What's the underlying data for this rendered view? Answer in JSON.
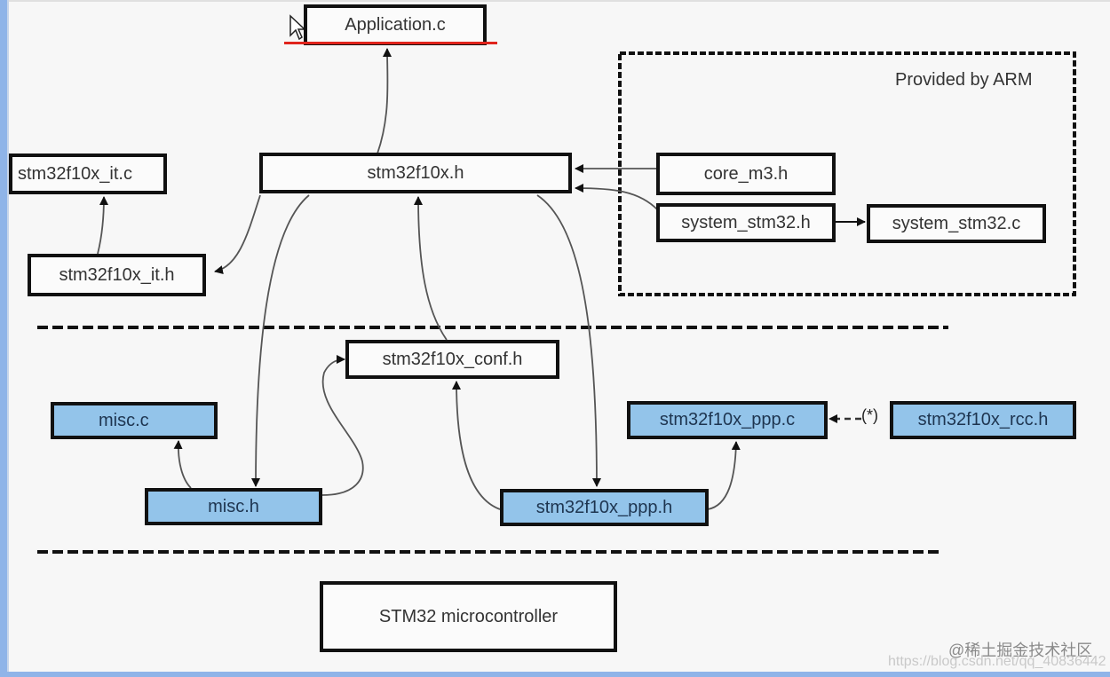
{
  "diagram": {
    "nodes": {
      "application_c": "Application.c",
      "stm32f10x_h": "stm32f10x.h",
      "stm32f10x_it_c": "stm32f10x_it.c",
      "stm32f10x_it_h": "stm32f10x_it.h",
      "core_m3_h": "core_m3.h",
      "system_stm32_h": "system_stm32.h",
      "system_stm32_c": "system_stm32.c",
      "stm32f10x_conf_h": "stm32f10x_conf.h",
      "misc_c": "misc.c",
      "misc_h": "misc.h",
      "stm32f10x_ppp_c": "stm32f10x_ppp.c",
      "stm32f10x_ppp_h": "stm32f10x_ppp.h",
      "stm32f10x_rcc_h": "stm32f10x_rcc.h",
      "stm32_mcu": "STM32 microcontroller"
    },
    "group_label": "Provided by ARM",
    "optional_marker": "(*)",
    "colors": {
      "driver_fill": "#93c4ea",
      "highlight_underline": "#e0241c",
      "window_border": "#8fb4e8"
    },
    "edges": [
      {
        "from": "stm32f10x.h",
        "to": "Application.c"
      },
      {
        "from": "stm32f10x.h",
        "to": "stm32f10x_it.h"
      },
      {
        "from": "stm32f10x_it.h",
        "to": "stm32f10x_it.c"
      },
      {
        "from": "core_m3.h",
        "to": "stm32f10x.h"
      },
      {
        "from": "system_stm32.h",
        "to": "stm32f10x.h"
      },
      {
        "from": "system_stm32.h",
        "to": "system_stm32.c"
      },
      {
        "from": "stm32f10x_conf.h",
        "to": "stm32f10x.h"
      },
      {
        "from": "stm32f10x.h",
        "to": "misc.h"
      },
      {
        "from": "misc.h",
        "to": "misc.c"
      },
      {
        "from": "misc.h",
        "to": "stm32f10x_conf.h"
      },
      {
        "from": "stm32f10x.h",
        "to": "stm32f10x_ppp.h"
      },
      {
        "from": "stm32f10x_ppp.h",
        "to": "stm32f10x_conf.h"
      },
      {
        "from": "stm32f10x_ppp.h",
        "to": "stm32f10x_ppp.c"
      },
      {
        "from": "stm32f10x_rcc.h",
        "to": "stm32f10x_ppp.c",
        "style": "dashed"
      }
    ]
  },
  "watermark": {
    "brand": "@稀土掘金技术社区",
    "url": "https://blog.csdn.net/qq_40836442"
  }
}
